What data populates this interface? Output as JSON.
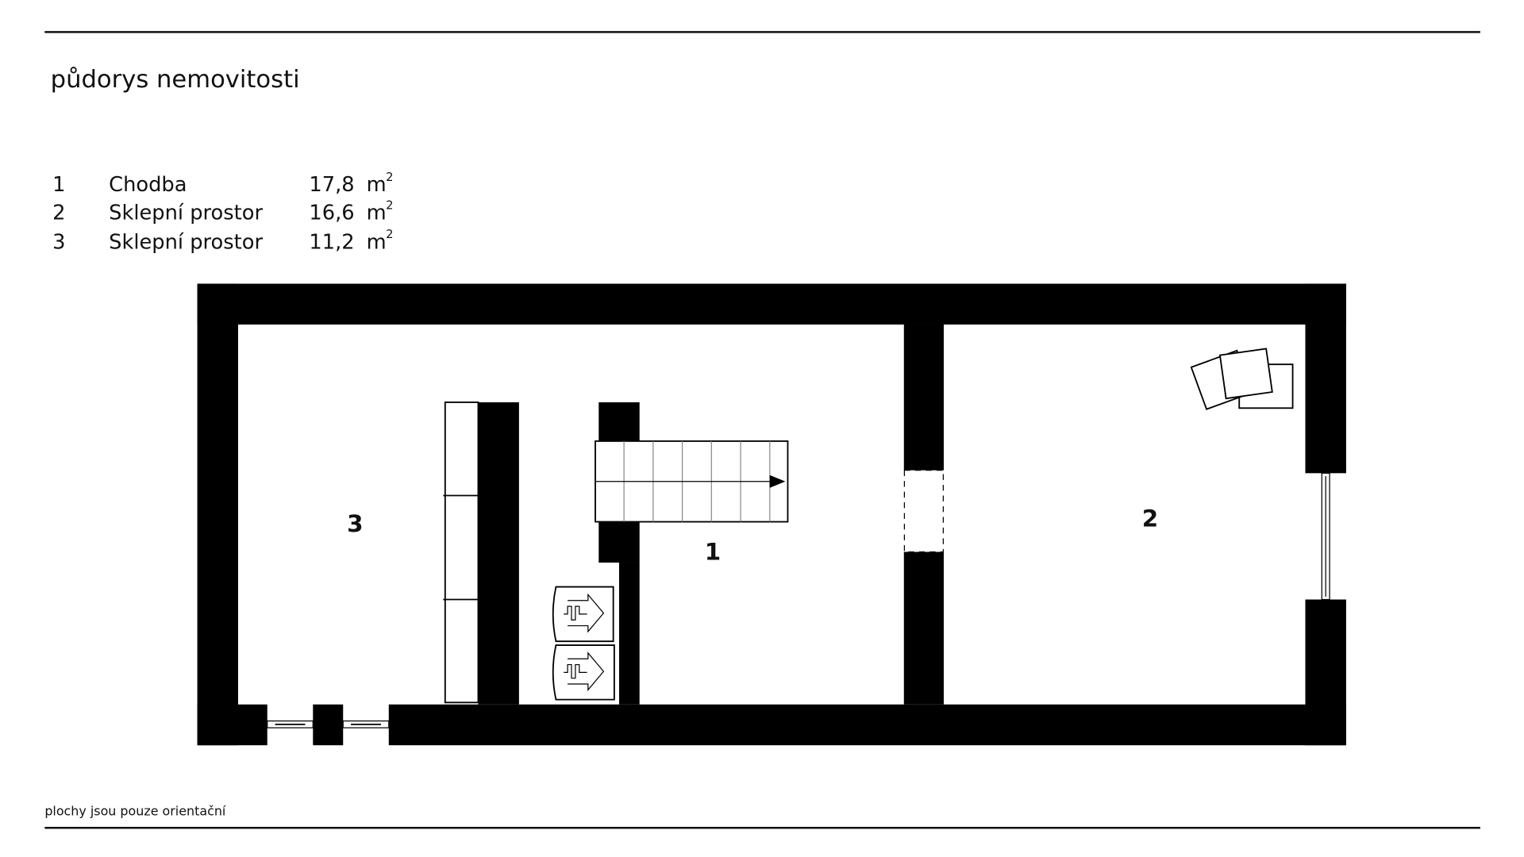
{
  "title": "půdorys nemovitosti",
  "rooms": [
    {
      "number": "1",
      "name": "Chodba",
      "area": "17,8",
      "unit": "m",
      "unit_exp": "2"
    },
    {
      "number": "2",
      "name": "Sklepní prostor",
      "area": "16,6",
      "unit": "m",
      "unit_exp": "2"
    },
    {
      "number": "3",
      "name": "Sklepní prostor",
      "area": "11,2",
      "unit": "m",
      "unit_exp": "2"
    }
  ],
  "plan_labels": {
    "room1": "1",
    "room2": "2",
    "room3": "3"
  },
  "footnote": "plochy jsou pouze orientační"
}
